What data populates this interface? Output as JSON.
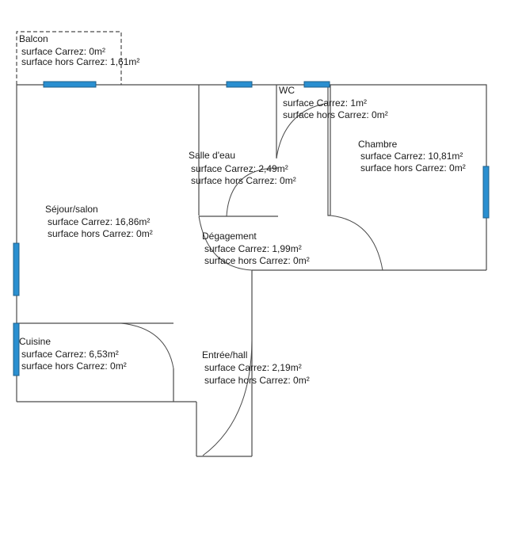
{
  "colors": {
    "wall": "#4a4a4a",
    "window": "#2a8fd0",
    "window_edge": "#1f5f8a",
    "background": "#ffffff"
  },
  "rooms": [
    {
      "id": "balcon",
      "name": "Balcon",
      "carrez": "surface Carrez: 0m²",
      "hors": "surface hors Carrez: 1,61m²"
    },
    {
      "id": "wc",
      "name": "WC",
      "carrez": "surface Carrez: 1m²",
      "hors": "surface hors Carrez: 0m²"
    },
    {
      "id": "chambre",
      "name": "Chambre",
      "carrez": "surface Carrez: 10,81m²",
      "hors": "surface hors Carrez: 0m²"
    },
    {
      "id": "salle-deau",
      "name": "Salle d'eau",
      "carrez": "surface Carrez: 2,49m²",
      "hors": "surface hors Carrez: 0m²"
    },
    {
      "id": "sejour",
      "name": "Séjour/salon",
      "carrez": "surface Carrez: 16,86m²",
      "hors": "surface hors Carrez: 0m²"
    },
    {
      "id": "degagement",
      "name": "Dégagement",
      "carrez": "surface Carrez: 1,99m²",
      "hors": "surface hors Carrez: 0m²"
    },
    {
      "id": "cuisine",
      "name": "Cuisine",
      "carrez": "surface Carrez: 6,53m²",
      "hors": "surface hors Carrez: 0m²"
    },
    {
      "id": "entree",
      "name": "Entrée/hall",
      "carrez": "surface Carrez: 2,19m²",
      "hors": "surface hors Carrez: 0m²"
    }
  ]
}
